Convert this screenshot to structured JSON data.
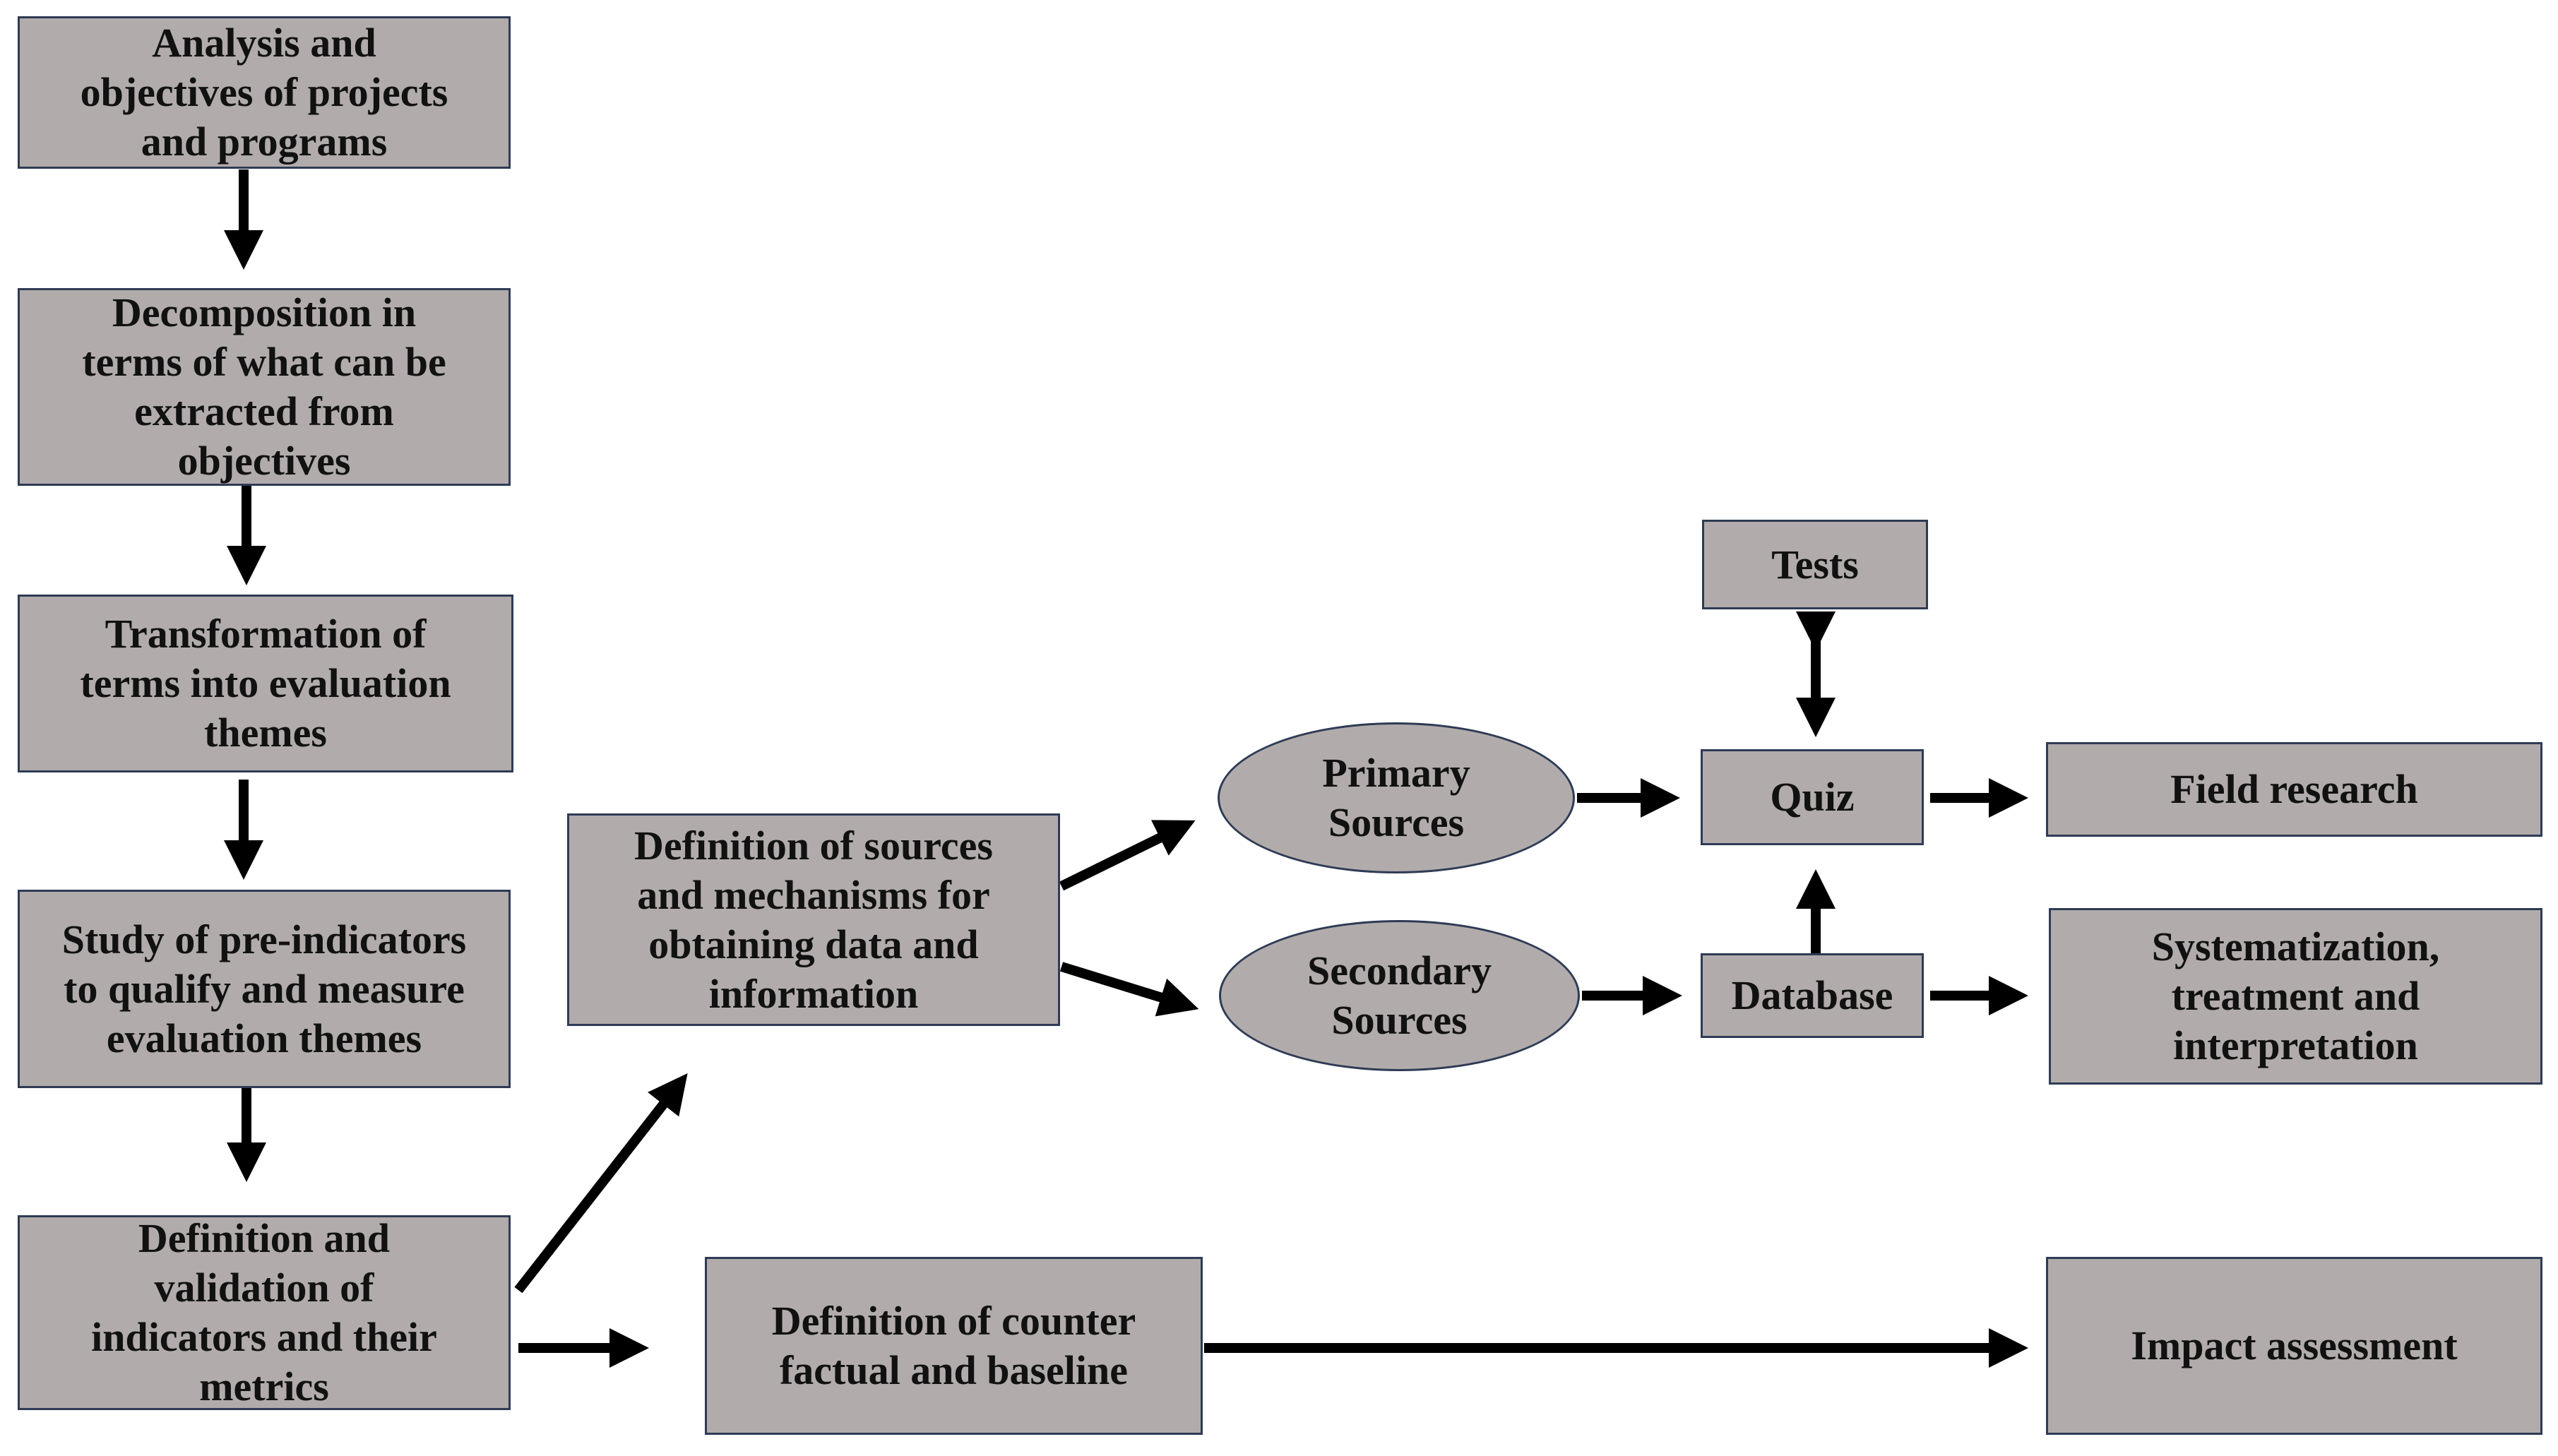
{
  "diagram": {
    "nodes": {
      "analysis": "Analysis and\nobjectives of projects\nand programs",
      "decomposition": "Decomposition in\nterms of what can be\nextracted from\nobjectives",
      "transformation": "Transformation of\nterms into evaluation\nthemes",
      "study": "Study of pre-indicators\nto qualify and measure\nevaluation themes",
      "definition_indicators": "Definition and\nvalidation of\nindicators and their\nmetrics",
      "definition_sources": "Definition of sources\nand mechanisms for\nobtaining data and\ninformation",
      "counterfactual": "Definition of counter\nfactual and baseline",
      "primary": "Primary\nSources",
      "secondary": "Secondary\nSources",
      "tests": "Tests",
      "quiz": "Quiz",
      "database": "Database",
      "field_research": "Field research",
      "systematization": "Systematization,\ntreatment and\ninterpretation",
      "impact": "Impact assessment"
    },
    "colors": {
      "box_fill": "#b1acab",
      "box_border": "#2f3b55",
      "arrow": "#000000",
      "text": "#111111"
    }
  }
}
